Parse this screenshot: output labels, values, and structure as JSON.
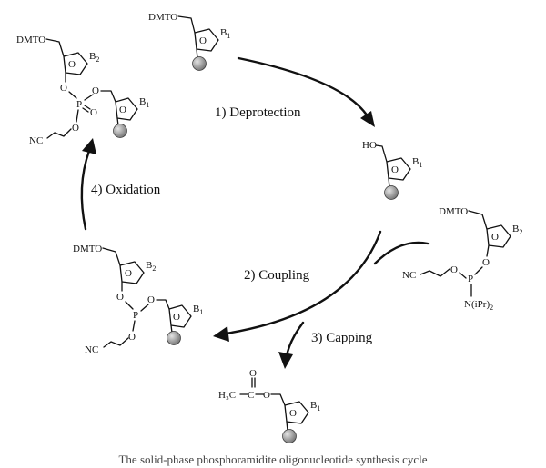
{
  "steps": {
    "deprotection": "1) Deprotection",
    "coupling": "2) Coupling",
    "capping": "3) Capping",
    "oxidation": "4) Oxidation"
  },
  "groups": {
    "dmto": "DMTO",
    "ho": "HO",
    "nc": "NC",
    "o": "O",
    "p": "P",
    "h3c": "H₃C",
    "c": "C",
    "b": "B",
    "n_ipr": "N(iPr)",
    "sub_1": "1",
    "sub_2": "2"
  },
  "colors": {
    "ink": "#111111",
    "support_bead_light": "#e4e4e4",
    "support_bead_dark": "#6a6a6a"
  },
  "caption": "The solid-phase phosphoramidite oligonucleotide synthesis cycle"
}
